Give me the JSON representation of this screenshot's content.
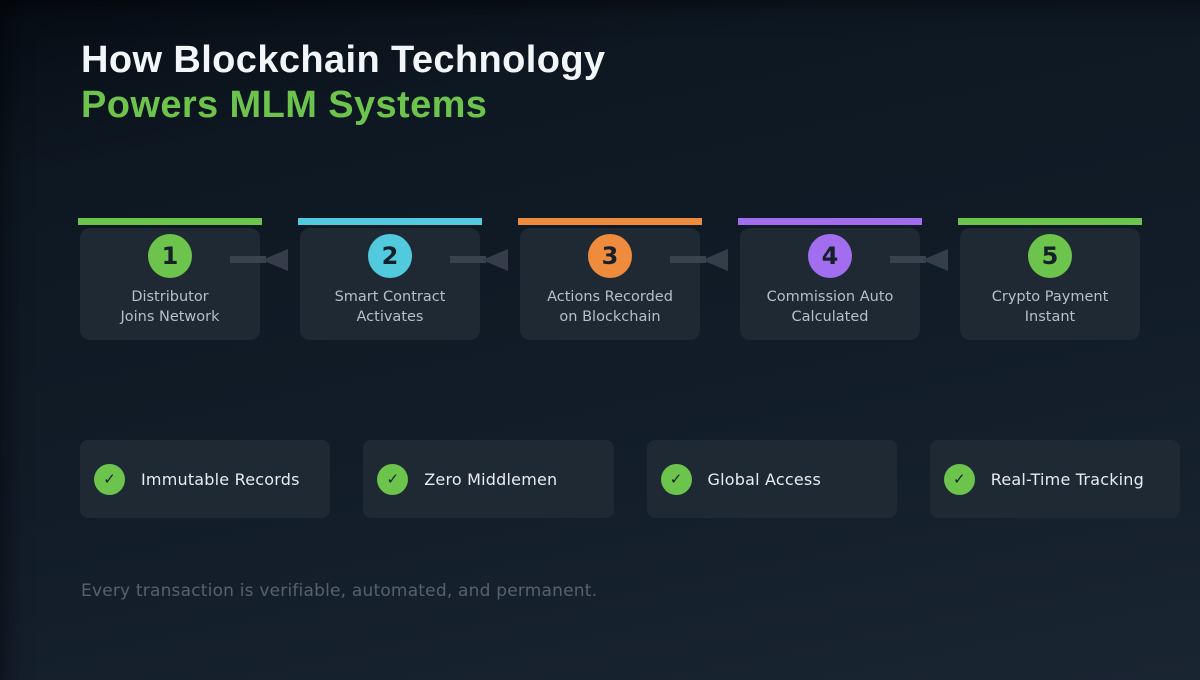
{
  "title": {
    "line1": "How Blockchain Technology",
    "line2": "Powers MLM Systems"
  },
  "steps": [
    {
      "number": "1",
      "label_line1": "Distributor",
      "label_line2": "Joins Network",
      "color": "#6cc44d"
    },
    {
      "number": "2",
      "label_line1": "Smart Contract",
      "label_line2": "Activates",
      "color": "#52cade"
    },
    {
      "number": "3",
      "label_line1": "Actions Recorded",
      "label_line2": "on Blockchain",
      "color": "#ee8b3d"
    },
    {
      "number": "4",
      "label_line1": "Commission Auto",
      "label_line2": "Calculated",
      "color": "#a36df0"
    },
    {
      "number": "5",
      "label_line1": "Crypto Payment",
      "label_line2": "Instant",
      "color": "#6cc44d"
    }
  ],
  "flow_arrow": {
    "bar_color": "#3a4250",
    "head_color": "#353d4a"
  },
  "features": [
    {
      "label": "Immutable Records"
    },
    {
      "label": "Zero Middlemen"
    },
    {
      "label": "Global Access"
    },
    {
      "label": "Real-Time Tracking"
    }
  ],
  "feature_check": {
    "glyph": "✓",
    "bg": "#6cc44d"
  },
  "footer": {
    "note": "Every transaction is verifiable, automated, and permanent."
  },
  "colors": {
    "background_top": "#0e1822",
    "background_bottom": "#1a2532",
    "card_body": "#1f2934",
    "title_white": "#f3f6f8",
    "accent_green": "#6cc44d",
    "accent_cyan": "#52cade",
    "accent_orange": "#ee8b3d",
    "accent_purple": "#a36df0",
    "step_label_text": "#b7bfc7",
    "footer_text": "#566170"
  }
}
